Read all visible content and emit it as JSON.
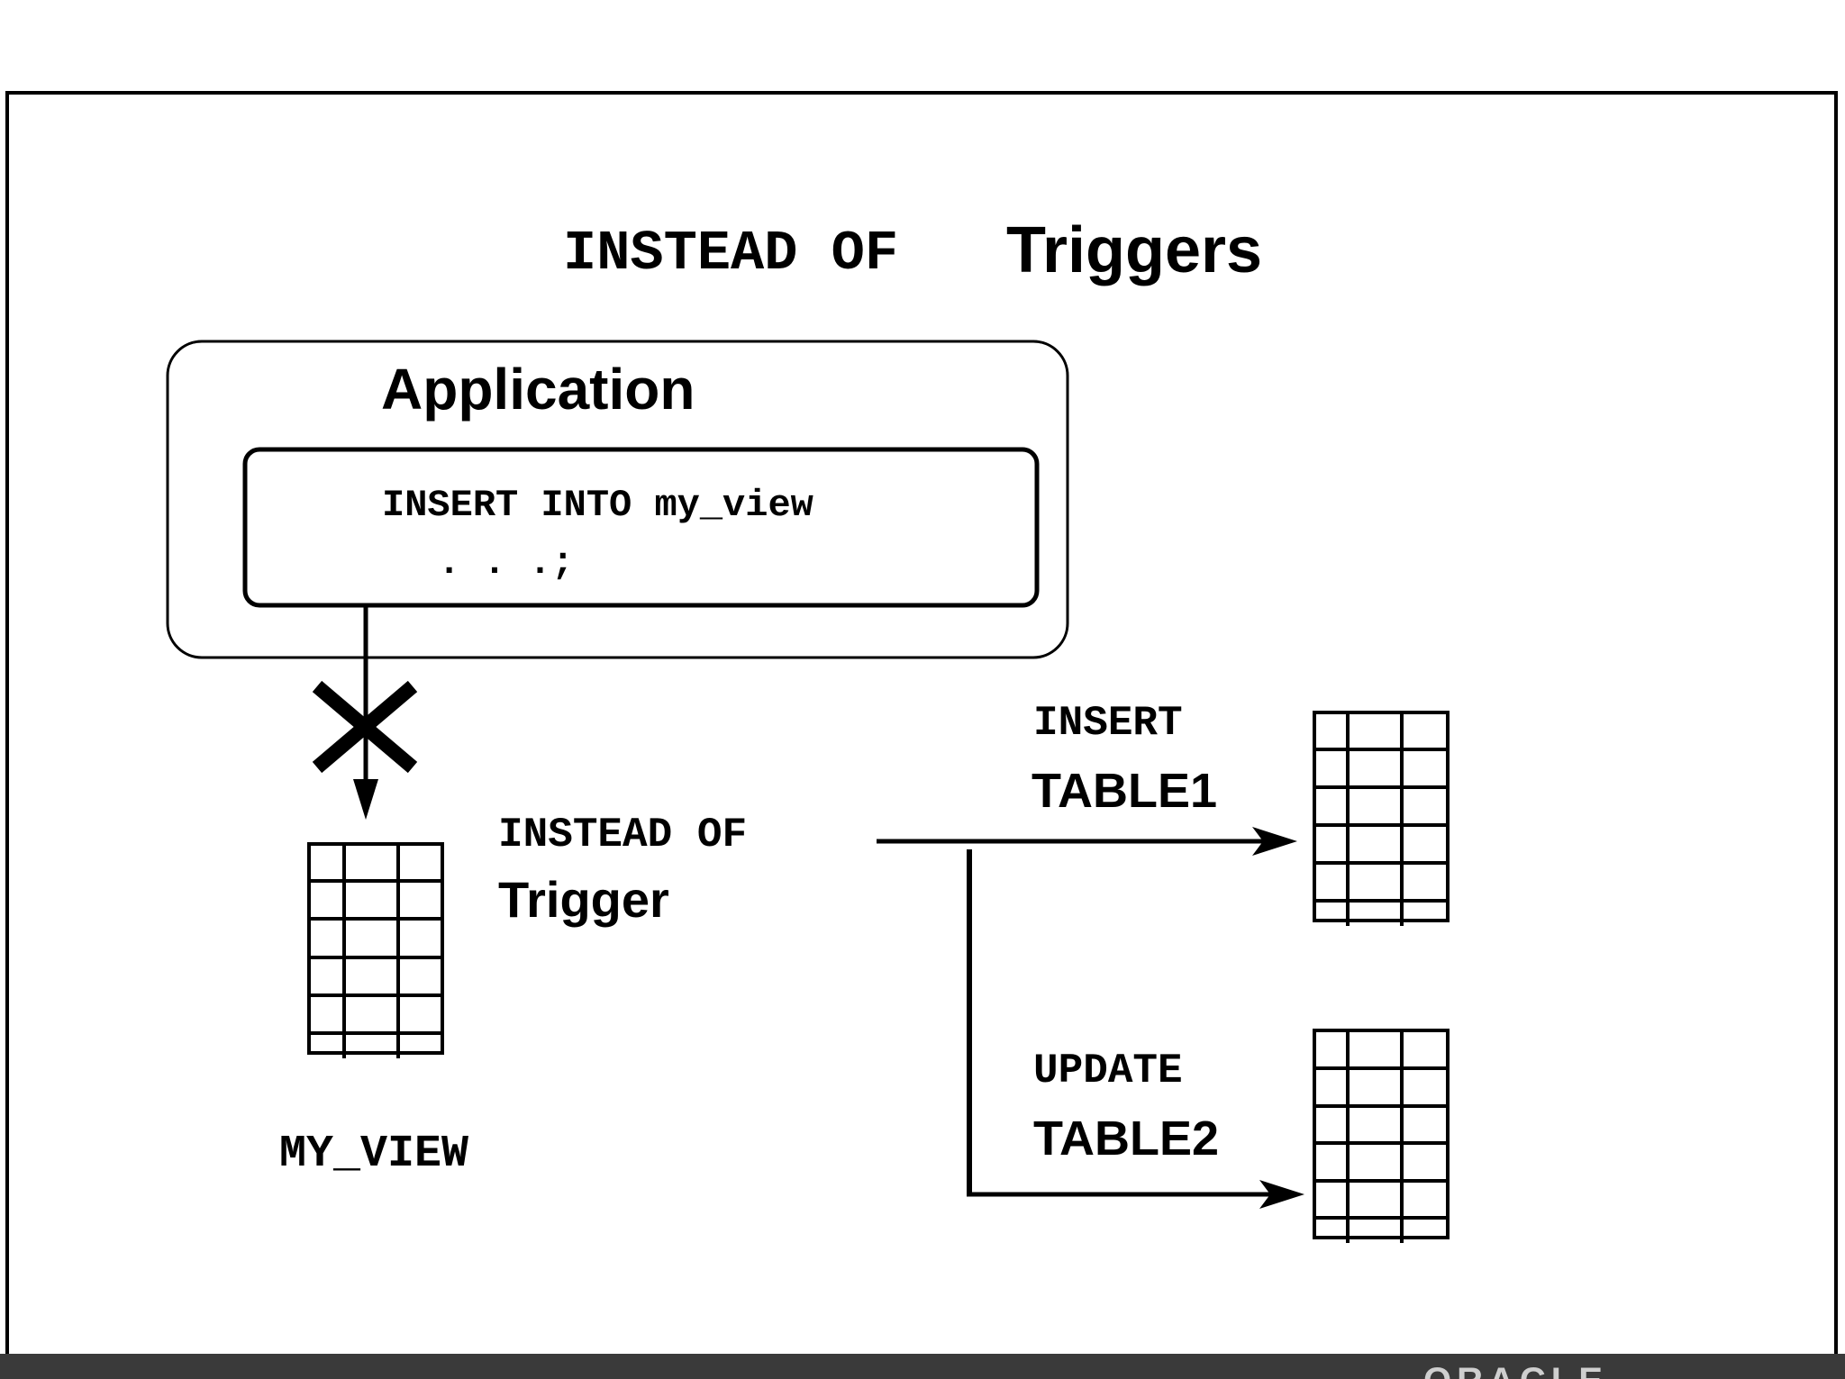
{
  "title": {
    "code_part": "INSTEAD OF",
    "text_part": "Triggers"
  },
  "application": {
    "label": "Application",
    "statement_line1": "INSERT INTO my_view",
    "statement_line2": ". . .;"
  },
  "view": {
    "label": "MY_VIEW"
  },
  "trigger": {
    "code_part": "INSTEAD OF",
    "text_part": "Trigger"
  },
  "actions": [
    {
      "command": "INSERT",
      "table": "TABLE1"
    },
    {
      "command": "UPDATE",
      "table": "TABLE2"
    }
  ],
  "footer": {
    "logo_text": "ORACLE"
  },
  "colors": {
    "ink": "#000000",
    "background": "#ffffff",
    "footer": "#3a3a3a"
  }
}
